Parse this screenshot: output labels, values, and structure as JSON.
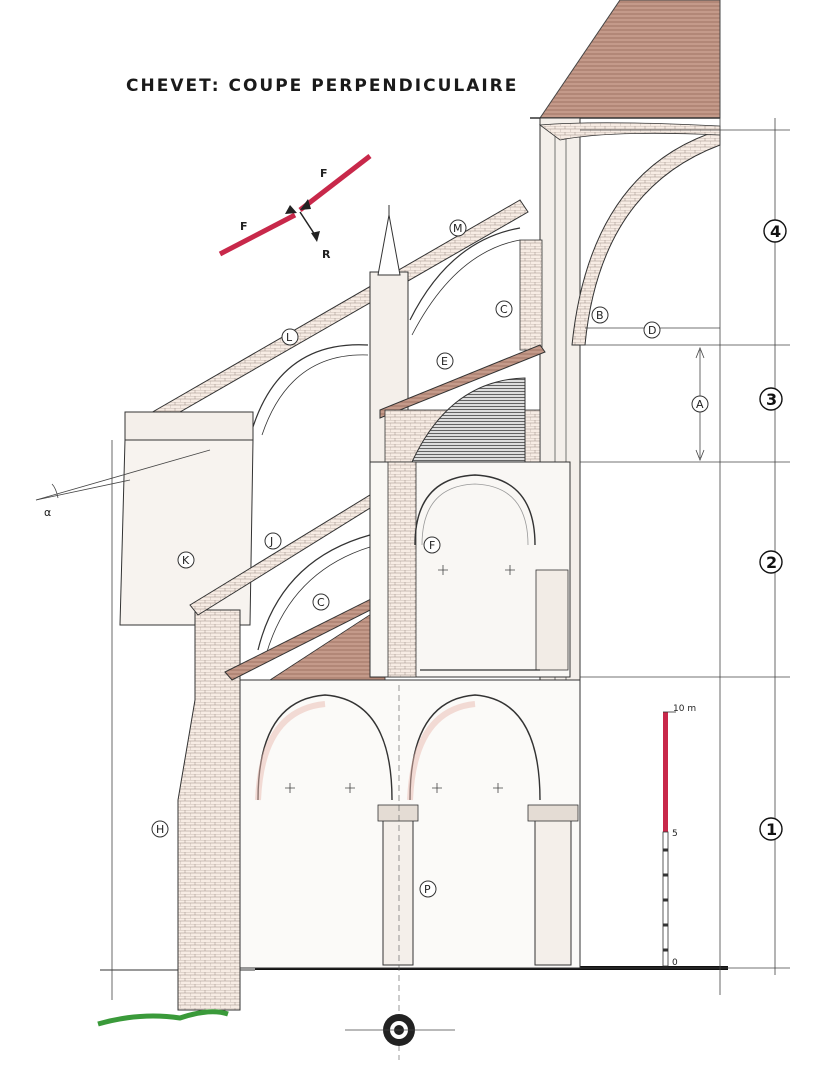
{
  "title": "CHEVET: COUPE PERPENDICULAIRE",
  "force_labels": {
    "f_upper": "F",
    "f_lower": "F",
    "r": "R"
  },
  "alpha": "α",
  "letter_labels": {
    "M": "M",
    "L": "L",
    "C_upper": "C",
    "B": "B",
    "D": "D",
    "E": "E",
    "A": "A",
    "K": "K",
    "J": "J",
    "F": "F",
    "C_lower": "C",
    "H": "H",
    "P": "P"
  },
  "levels": {
    "four": "4",
    "three": "3",
    "two": "2",
    "one": "1"
  },
  "scale": {
    "top": "10 m",
    "mid": "5",
    "zero": "0"
  },
  "colors": {
    "accent_red": "#c8284a",
    "roof": "#c09080",
    "ink": "#222222"
  },
  "icons": [
    "pier-plan-icon"
  ]
}
